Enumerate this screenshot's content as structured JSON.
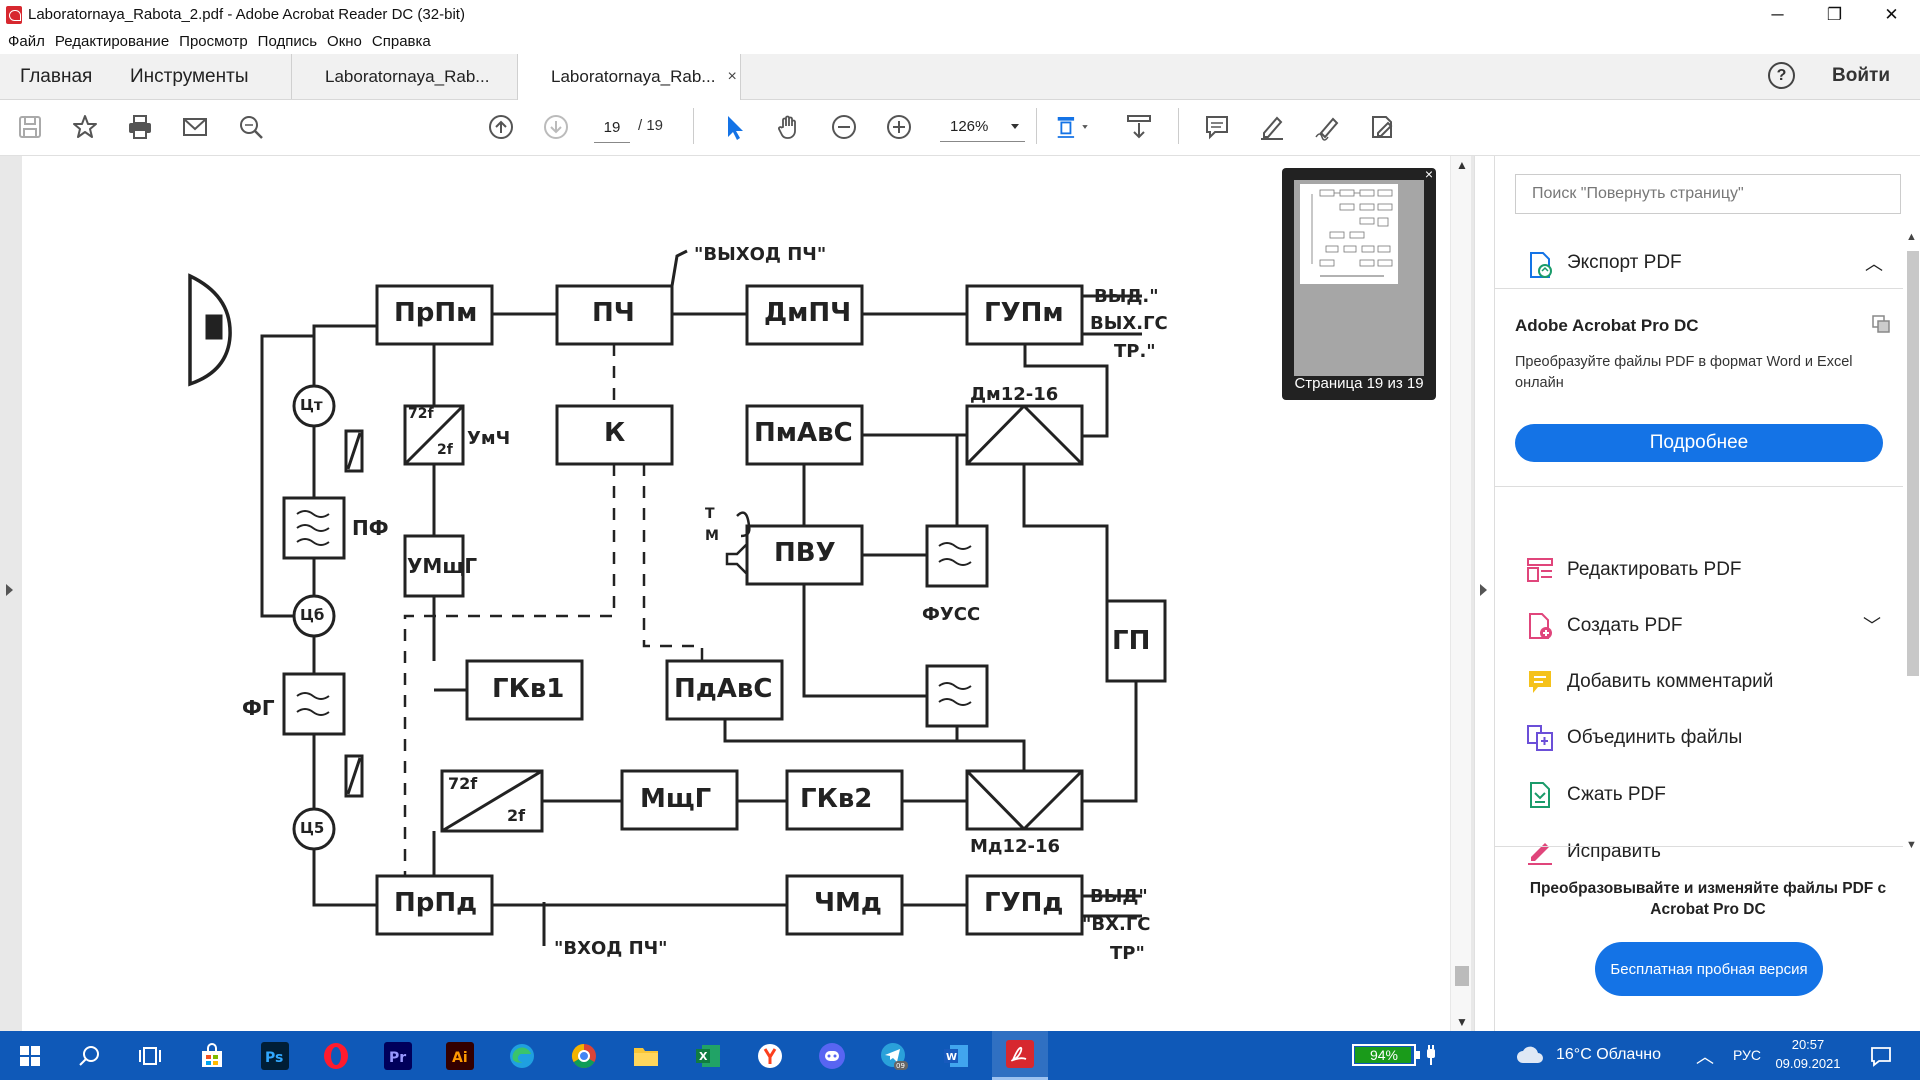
{
  "window": {
    "title": "Laboratornaya_Rabota_2.pdf - Adobe Acrobat Reader DC (32-bit)",
    "controls": {
      "minimize": "─",
      "maximize": "❐",
      "close": "✕"
    }
  },
  "menu": [
    "Файл",
    "Редактирование",
    "Просмотр",
    "Подпись",
    "Окно",
    "Справка"
  ],
  "tabs": {
    "home": "Главная",
    "tools": "Инструменты",
    "doc1": "Laboratornaya_Rab...",
    "doc2": "Laboratornaya_Rab...",
    "close": "×"
  },
  "header": {
    "help": "?",
    "signin": "Войти"
  },
  "toolbar": {
    "page_current": "19",
    "page_total": "/  19",
    "zoom": "126%"
  },
  "thumbnail": {
    "label": "Страница 19 из 19",
    "close": "×"
  },
  "diagram": {
    "blocks": [
      "ПрПм",
      "ПЧ",
      "ДмПЧ",
      "ГУПм",
      "К",
      "ПмАвС",
      "ПВУ",
      "УМщГ",
      "ГКв1",
      "ПдАвС",
      "ГП",
      "МщГ",
      "ГКв2",
      "ПрПд",
      "ЧМд",
      "ГУПд"
    ],
    "labels": {
      "out_if": "\"ВЫХОД ПЧ\"",
      "in_if": "\"ВХОД ПЧ\"",
      "umch": "УмЧ",
      "pf": "ПФ",
      "fg": "ФГ",
      "fuss": "ФУСС",
      "dm": "Дм12-16",
      "md": "Мд12-16",
      "ct": "Цт",
      "cb": "Цб",
      "c5": "Ц5",
      "mult_top": "72f",
      "mult_bot": "2f",
      "out_top1": "ВЫД.\"",
      "out_top2": "ВЫХ.ГС",
      "out_top3": "ТР.\"",
      "out_bot1": "ВЫД\"",
      "out_bot2": "\"ВХ.ГС",
      "out_bot3": "ТР\"",
      "t": "Т",
      "m": "М"
    }
  },
  "panel": {
    "search_placeholder": "Поиск \"Повернуть страницу\"",
    "export": "Экспорт PDF",
    "promo_title": "Adobe Acrobat Pro DC",
    "promo_text": "Преобразуйте файлы PDF в формат Word и Excel онлайн",
    "promo_button": "Подробнее",
    "tools": [
      "Редактировать PDF",
      "Создать PDF",
      "Добавить комментарий",
      "Объединить файлы",
      "Сжать PDF",
      "Исправить"
    ],
    "trial_text": "Преобразовывайте и изменяйте файлы PDF с Acrobat Pro DC",
    "trial_button": "Бесплатная пробная версия"
  },
  "taskbar": {
    "battery": "94%",
    "weather": "16°C  Облачно",
    "lang": "РУС",
    "time": "20:57",
    "date": "09.09.2021",
    "telegram_badge": "09"
  },
  "colors": {
    "accent": "#1473e6",
    "taskbar": "#0f59b8",
    "acrobat_red": "#d7282f"
  }
}
